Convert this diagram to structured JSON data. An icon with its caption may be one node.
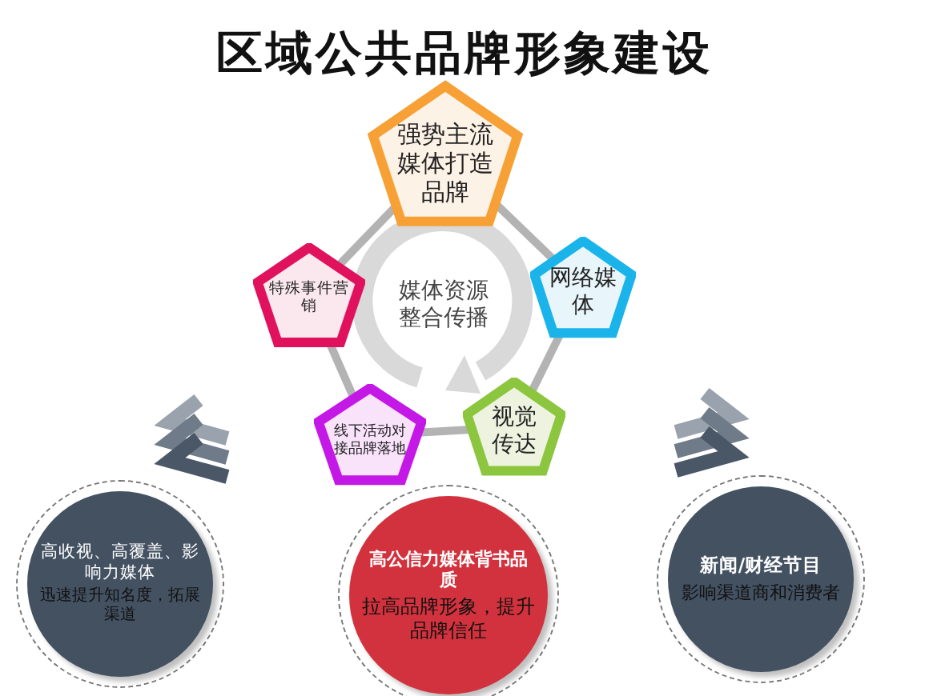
{
  "diagram": {
    "title": "区域公共品牌形象建设",
    "nodes": [
      {
        "text": [
          "媒体资源整合传播"
        ]
      },
      {
        "text": [
          "强势主流媒体打造品牌"
        ]
      },
      {
        "text": [
          "网络媒体"
        ]
      },
      {
        "text": [
          "视觉传达"
        ]
      },
      {
        "text": [
          "线下活动对接品牌落地"
        ]
      },
      {
        "text": [
          "特殊事件营销"
        ]
      },
      {
        "text": [
          "高收视、高覆盖、影响力媒体",
          "迅速提升知名度，拓展渠道"
        ]
      },
      {
        "text": [
          "高公信力媒体背书品质",
          "拉高品牌形象，提升品牌信任"
        ]
      },
      {
        "text": [
          "新闻/财经节目",
          "影响渠道商和消费者"
        ]
      }
    ],
    "edges": [
      {
        "from": 1,
        "to": 2,
        "arrow": "none"
      },
      {
        "from": 2,
        "to": 3,
        "arrow": "none"
      },
      {
        "from": 3,
        "to": 4,
        "arrow": "none"
      },
      {
        "from": 4,
        "to": 5,
        "arrow": "none"
      },
      {
        "from": 5,
        "to": 1,
        "arrow": "none"
      }
    ]
  }
}
